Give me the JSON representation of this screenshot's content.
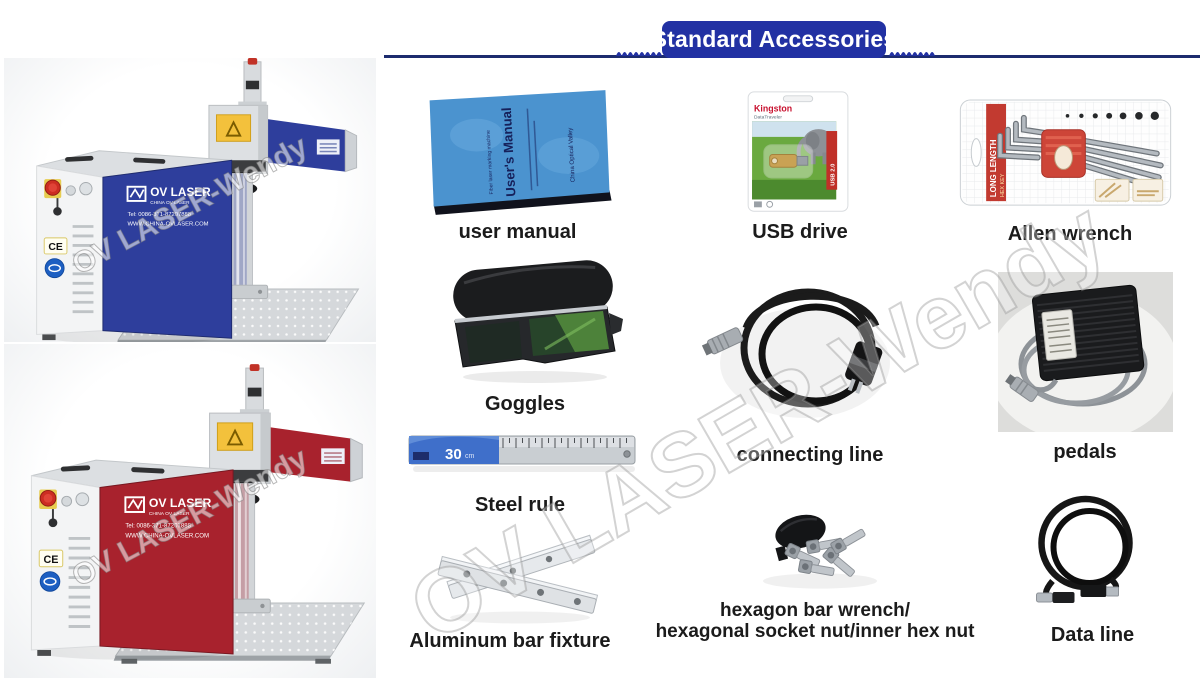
{
  "header": {
    "title": "Standard Accessories",
    "banner_color": "#2231a3",
    "line_color": "#1c2b6e",
    "text_color": "#ffffff"
  },
  "watermark": {
    "text": "OV LASER-Wendy"
  },
  "machine": {
    "brand": "OV LASER",
    "brand_sub": "CHINA OV LASER",
    "tel": "Tel: 0086-371-87207888",
    "website": "WWW.CHINA-OVLASER.COM",
    "ce_mark": "CE",
    "variants": [
      {
        "name": "blue fiber laser marking machine",
        "accent": "#2e3e9c",
        "accent_dark": "#1f2b6e"
      },
      {
        "name": "red fiber laser marking machine",
        "accent": "#a8222d",
        "accent_dark": "#771720"
      }
    ]
  },
  "accessories": {
    "items": [
      {
        "label": "user manual",
        "book_title": "User's Manual",
        "book_side": "China Optical Valley",
        "book_small": "Fiber laser marking machine"
      },
      {
        "label": "USB drive",
        "pack_brand": "Kingston",
        "pack_model": "DataTraveler",
        "pack_strip": "USB 2.0"
      },
      {
        "label": "Allen wrench",
        "band_line1": "LONG LENGTH",
        "band_line2": "HEX KEY"
      },
      {
        "label": "Goggles"
      },
      {
        "label": "connecting line"
      },
      {
        "label": "pedals"
      },
      {
        "label": "Steel rule",
        "ruler_value": "30",
        "ruler_unit": "cm"
      },
      {
        "label": "Aluminum bar fixture"
      },
      {
        "label_line1": "hexagon bar wrench/",
        "label_line2": "hexagonal socket nut/inner hex nut"
      },
      {
        "label": "Data line"
      }
    ]
  }
}
